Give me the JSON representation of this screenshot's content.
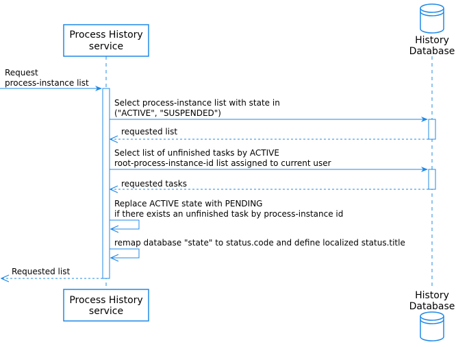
{
  "colors": {
    "line": "#1e88e5",
    "text": "#000000",
    "fill": "#ffffff"
  },
  "participants": {
    "service": {
      "line1": "Process History",
      "line2": "service"
    },
    "database": {
      "line1": "History",
      "line2": "Database",
      "icon": "database-cylinder"
    }
  },
  "messages": {
    "request": {
      "line1": "Request",
      "line2": "process-instance list"
    },
    "select1": {
      "line1": "Select process-instance list with state in",
      "line2": "(\"ACTIVE\", \"SUSPENDED\")"
    },
    "return1": {
      "line1": "requested list"
    },
    "select2": {
      "line1": "Select list of unfinished tasks by ACTIVE",
      "line2": "root-process-instance-id list assigned to current user"
    },
    "return2": {
      "line1": "requested tasks"
    },
    "self1": {
      "line1": "Replace ACTIVE state with PENDING",
      "line2": "if there exists an unfinished task by process-instance id"
    },
    "self2": {
      "line1": "remap database \"state\" to status.code and define localized status.title"
    },
    "response": {
      "line1": "Requested list"
    }
  }
}
